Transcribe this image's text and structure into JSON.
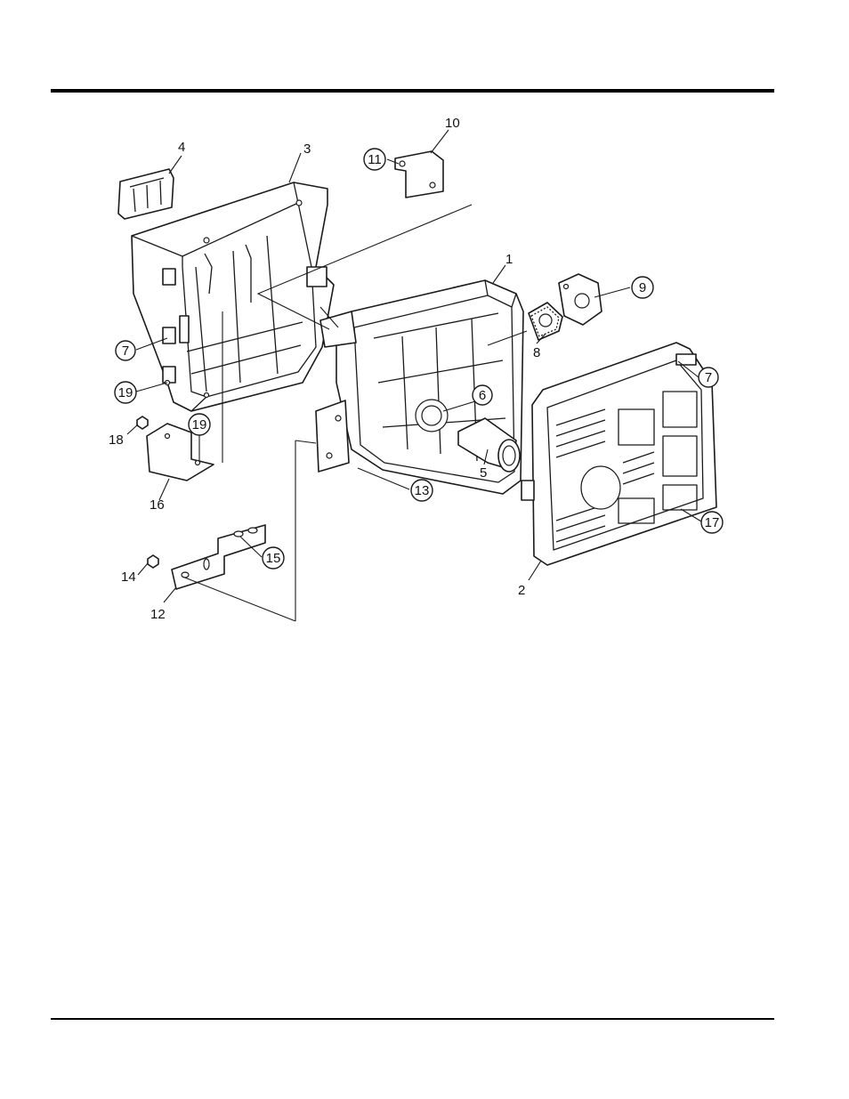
{
  "diagram": {
    "callouts": [
      {
        "id": "c1",
        "label": "1",
        "circled": false
      },
      {
        "id": "c2",
        "label": "2",
        "circled": false
      },
      {
        "id": "c3",
        "label": "3",
        "circled": false
      },
      {
        "id": "c4",
        "label": "4",
        "circled": false
      },
      {
        "id": "c5",
        "label": "5",
        "circled": false
      },
      {
        "id": "c6",
        "label": "6",
        "circled": true
      },
      {
        "id": "c7a",
        "label": "7",
        "circled": true
      },
      {
        "id": "c7b",
        "label": "7",
        "circled": true
      },
      {
        "id": "c8",
        "label": "8",
        "circled": false
      },
      {
        "id": "c9",
        "label": "9",
        "circled": true
      },
      {
        "id": "c10",
        "label": "10",
        "circled": false
      },
      {
        "id": "c11",
        "label": "11",
        "circled": true
      },
      {
        "id": "c12",
        "label": "12",
        "circled": false
      },
      {
        "id": "c13",
        "label": "13",
        "circled": true
      },
      {
        "id": "c14",
        "label": "14",
        "circled": false
      },
      {
        "id": "c15",
        "label": "15",
        "circled": true
      },
      {
        "id": "c16",
        "label": "16",
        "circled": false
      },
      {
        "id": "c17",
        "label": "17",
        "circled": true
      },
      {
        "id": "c18",
        "label": "18",
        "circled": false
      },
      {
        "id": "c19a",
        "label": "19",
        "circled": true
      },
      {
        "id": "c19b",
        "label": "19",
        "circled": true
      }
    ]
  }
}
